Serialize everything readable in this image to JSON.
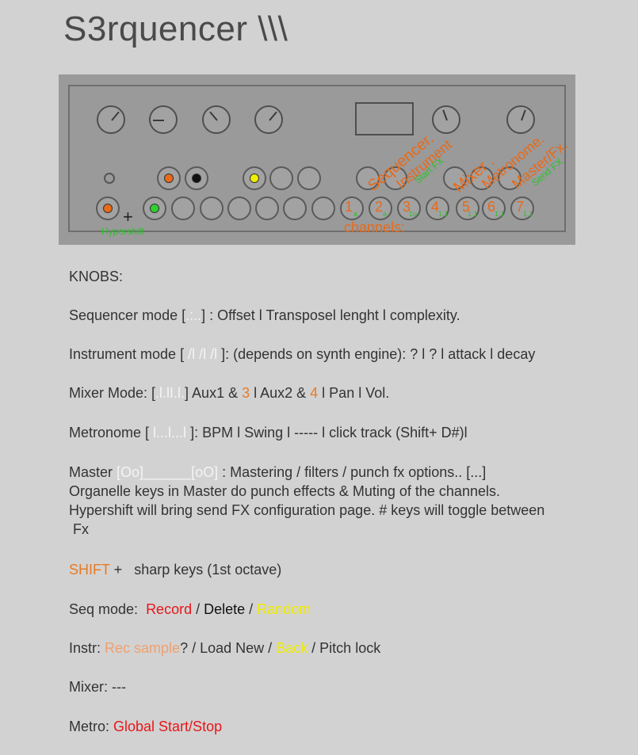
{
  "title": "S3rquencer \\\\\\",
  "device": {
    "channel_numbers": [
      "1",
      "2",
      "3",
      "4",
      "5",
      "6",
      "7"
    ],
    "channel_subs": [
      "a",
      "a",
      "1u",
      "1.1",
      "1.1",
      "1.1",
      "1.1"
    ],
    "channels_label": "channels:",
    "hypershift_label": "Hypershift",
    "plus": "+",
    "rot_labels": {
      "sequencer": "Sequencer.",
      "instrument": "Instrument",
      "instrument_sub": "Start FX",
      "mixer": "Mixer .",
      "metronome": "Metronome.",
      "master": "Master/Fx.",
      "master_sub": "Send FX"
    }
  },
  "knobs_heading": "KNOBS:",
  "seq": {
    "a": "Sequencer mode [",
    "b": ".:..",
    "c": "] : Offset l Transposel lenght l complexity."
  },
  "instr": {
    "a": "Instrument mode [ ",
    "b": "/l /l /l",
    "c": " ]: (depends on synth engine): ? l ? l attack l decay"
  },
  "mixer": {
    "a": "Mixer Mode: [",
    "b": ".l.lI.l.",
    "c": "] Aux1 & ",
    "d": "3",
    "e": " l Aux2 & ",
    "f": "4",
    "g": " l Pan l Vol."
  },
  "metro": {
    "a": "Metronome [ ",
    "b": "l...l...l",
    "c": " ]:  BPM l Swing l ----- l click track (Shift+ D#)l"
  },
  "master": {
    "a": "Master ",
    "b": "[Oo]______[oO]",
    "c": " :  Mastering / filters / punch fx options.. [...]",
    "line2": "Organelle keys in Master do punch effects & Muting of the channels.",
    "line3": "Hypershift will bring send FX configuration page. # keys will toggle between",
    "line4": " Fx"
  },
  "shift": {
    "a": "SHIFT",
    "b": " +   sharp keys (1st octave)"
  },
  "seqmode": {
    "a": "Seq mode:  ",
    "b": "Record",
    "c": " / ",
    "d": "Delete",
    "e": " / ",
    "f": "Random"
  },
  "instrs": {
    "a": "Instr: ",
    "b": "Rec sample",
    "c": "? / Load New / ",
    "d": "Back",
    "e": " / Pitch lock"
  },
  "mixers": {
    "a": "Mixer: ---"
  },
  "metros": {
    "a": "Metro: ",
    "b": "Global Start/Stop"
  },
  "colors": {
    "accent_orange": "#e86a1a",
    "record_red": "#e8161a",
    "random_yellow": "#f2ee00",
    "green": "#2fbf2f"
  }
}
